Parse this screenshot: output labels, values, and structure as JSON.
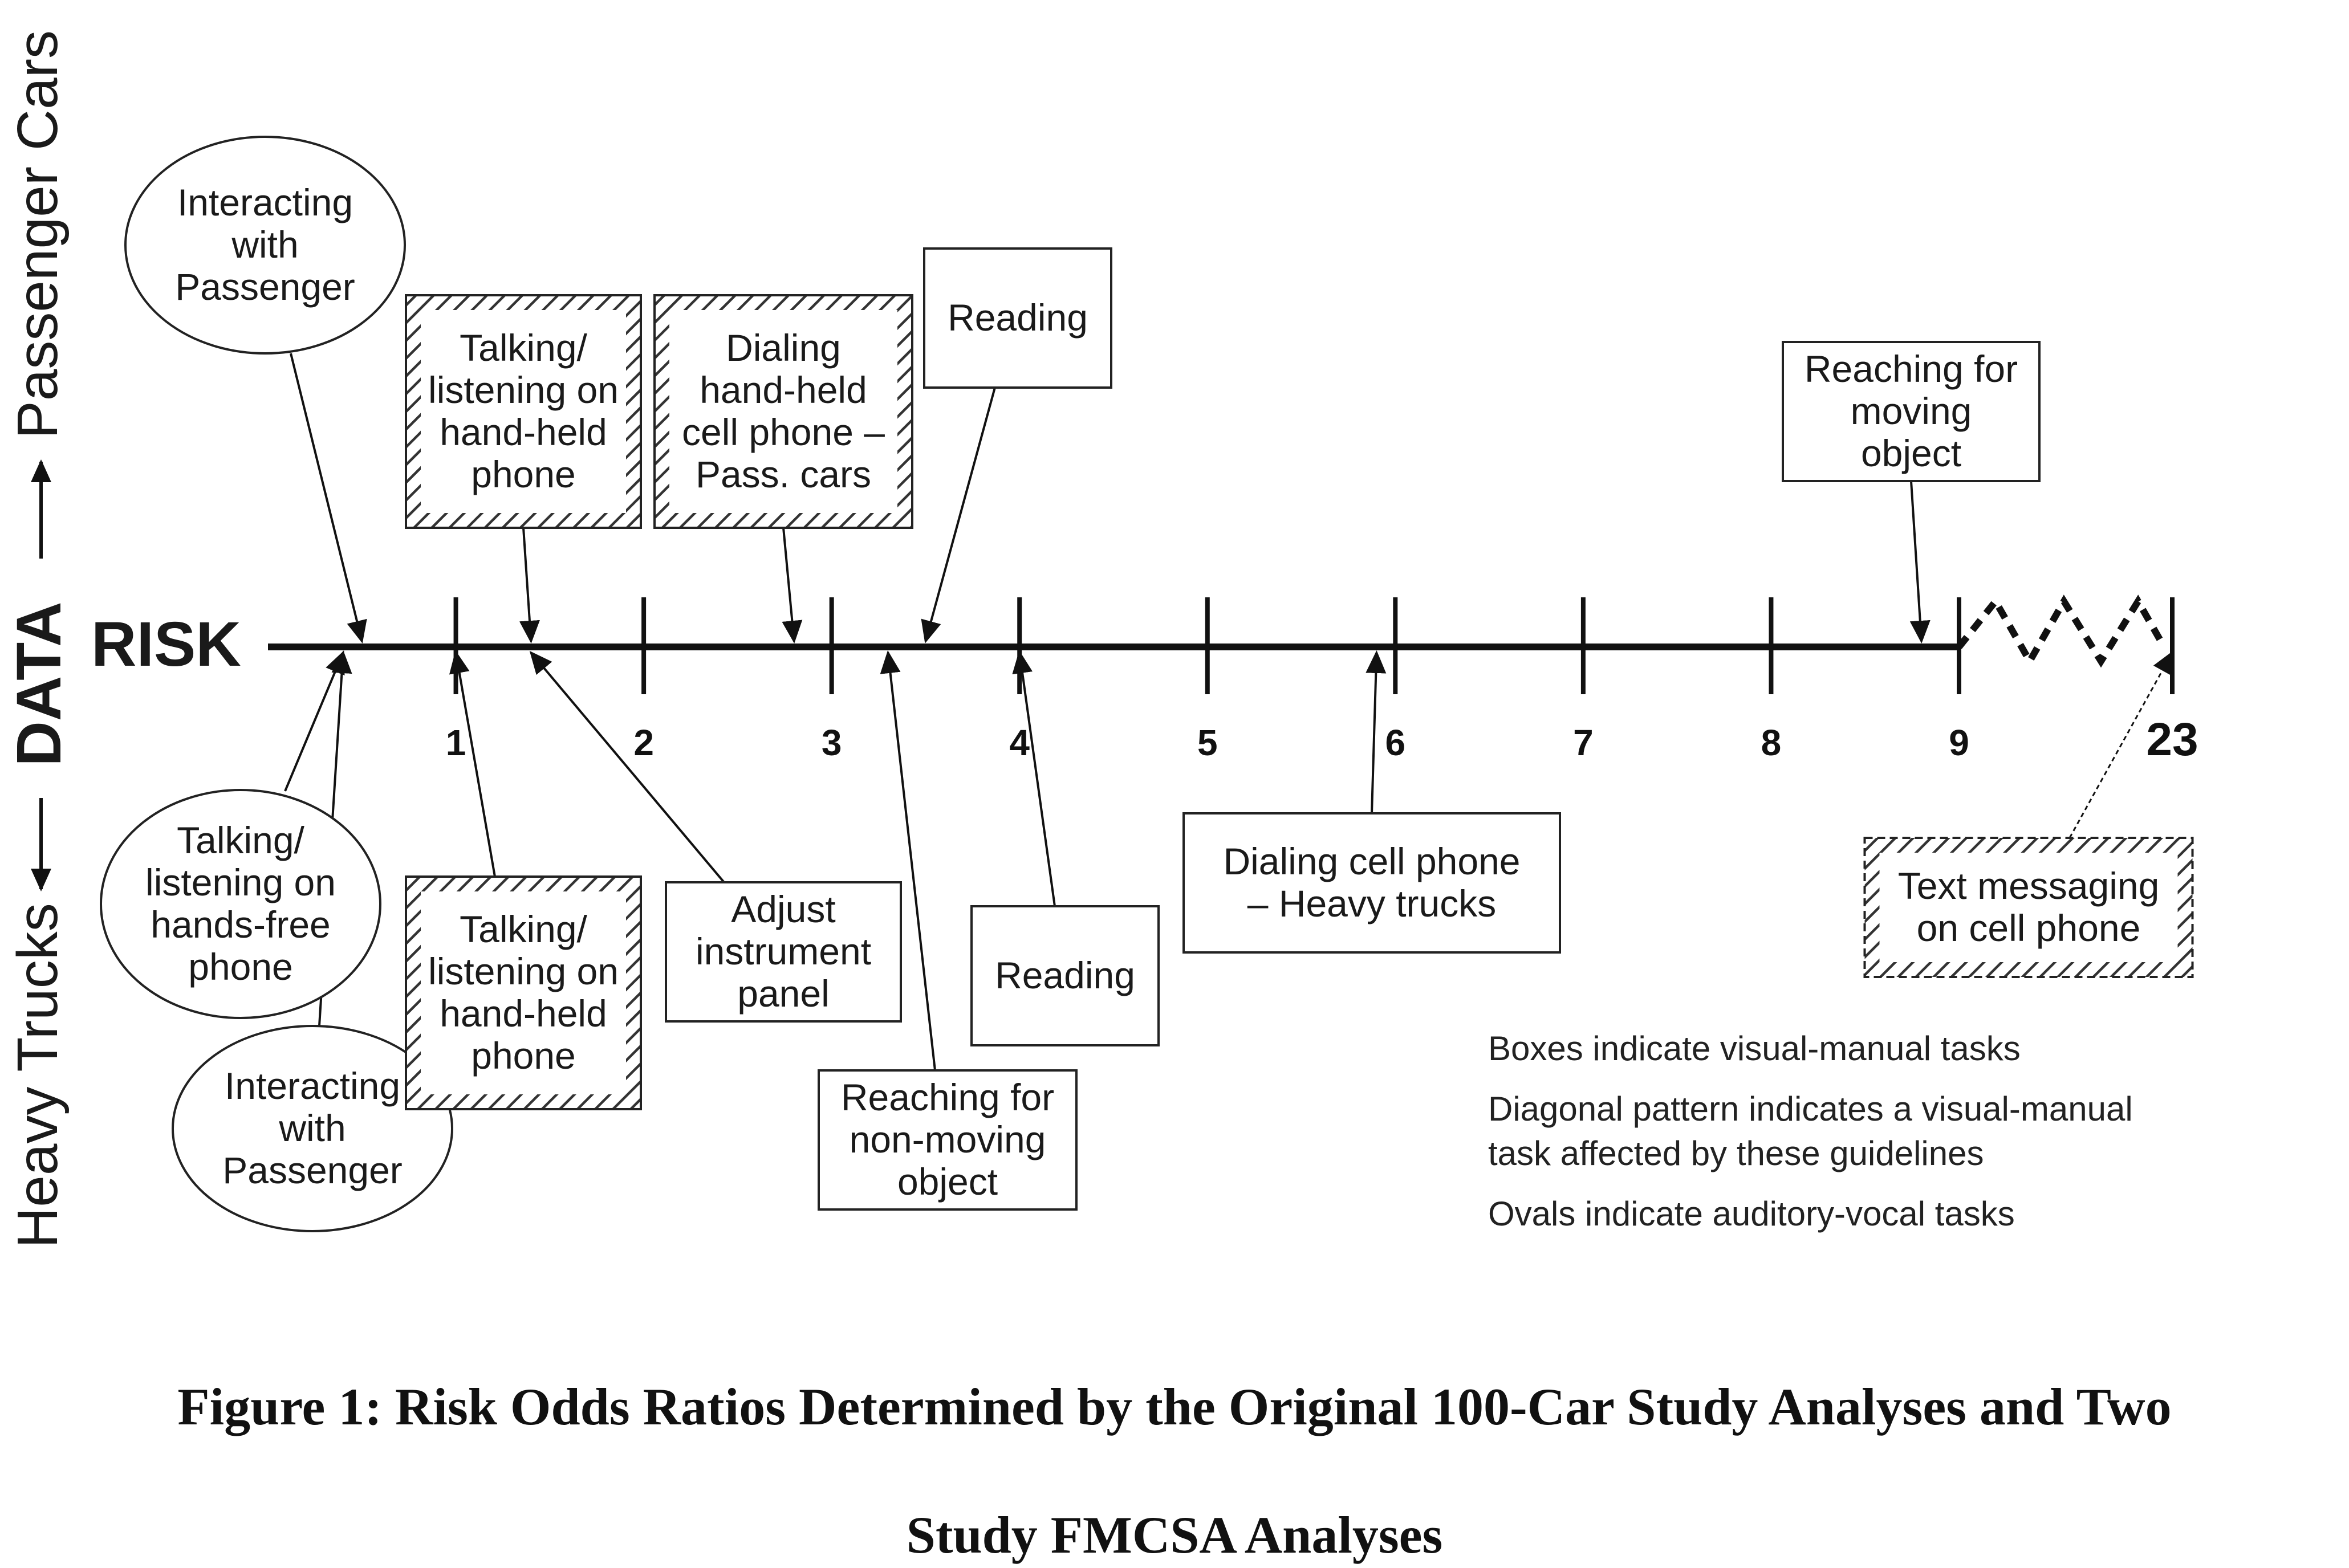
{
  "axis": {
    "risk_label": "RISK",
    "side_labels": {
      "passenger": "Passenger Cars",
      "data": "DATA",
      "trucks": "Heavy Trucks"
    },
    "ticks": [
      "1",
      "2",
      "3",
      "4",
      "5",
      "6",
      "7",
      "8",
      "9",
      "23"
    ]
  },
  "above": [
    {
      "id": "interacting-passenger-cars",
      "shape": "oval",
      "pattern": false,
      "lines": [
        "Interacting",
        "with",
        "Passenger"
      ],
      "risk": 0.5
    },
    {
      "id": "talking-handheld-cars",
      "shape": "box",
      "pattern": true,
      "lines": [
        "Talking/",
        "listening on",
        "hand-held",
        "phone"
      ],
      "risk": 1.4
    },
    {
      "id": "dialing-handheld-cars",
      "shape": "box",
      "pattern": true,
      "lines": [
        "Dialing",
        "hand-held",
        "cell phone –",
        "Pass. cars"
      ],
      "risk": 2.8
    },
    {
      "id": "reading-cars",
      "shape": "box",
      "pattern": false,
      "lines": [
        "Reading"
      ],
      "risk": 3.5
    },
    {
      "id": "reaching-moving-cars",
      "shape": "box",
      "pattern": false,
      "lines": [
        "Reaching for",
        "moving",
        "object"
      ],
      "risk": 8.8
    }
  ],
  "below": [
    {
      "id": "talking-handsfree-trucks",
      "shape": "oval",
      "pattern": false,
      "lines": [
        "Talking/",
        "listening on",
        "hands-free",
        "phone"
      ],
      "risk": 0.4
    },
    {
      "id": "interacting-passenger-trucks",
      "shape": "oval",
      "pattern": false,
      "lines": [
        "Interacting",
        "with",
        "Passenger"
      ],
      "risk": 0.4
    },
    {
      "id": "talking-handheld-trucks",
      "shape": "box",
      "pattern": true,
      "lines": [
        "Talking/",
        "listening on",
        "hand-held",
        "phone"
      ],
      "risk": 1.0
    },
    {
      "id": "adjust-instrument-panel",
      "shape": "box",
      "pattern": false,
      "lines": [
        "Adjust",
        "instrument",
        "panel"
      ],
      "risk": 1.4
    },
    {
      "id": "reaching-nonmoving-trucks",
      "shape": "box",
      "pattern": false,
      "lines": [
        "Reaching for",
        "non-moving",
        "object"
      ],
      "risk": 3.3
    },
    {
      "id": "reading-trucks",
      "shape": "box",
      "pattern": false,
      "lines": [
        "Reading"
      ],
      "risk": 4.0
    },
    {
      "id": "dialing-trucks",
      "shape": "box",
      "pattern": false,
      "lines": [
        "Dialing cell phone",
        "– Heavy trucks"
      ],
      "risk": 5.9
    },
    {
      "id": "text-messaging-trucks",
      "shape": "box",
      "pattern": true,
      "lines": [
        "Text messaging",
        "on cell phone"
      ],
      "risk": 23
    }
  ],
  "legend": [
    [
      "Boxes indicate visual-manual tasks"
    ],
    [
      "Diagonal pattern indicates a visual-manual",
      "task affected by these guidelines"
    ],
    [
      "Ovals indicate auditory-vocal tasks"
    ]
  ],
  "caption": {
    "line1": "Figure 1: Risk Odds Ratios Determined by the Original 100-Car Study Analyses and Two",
    "line2": "Study FMCSA Analyses"
  }
}
